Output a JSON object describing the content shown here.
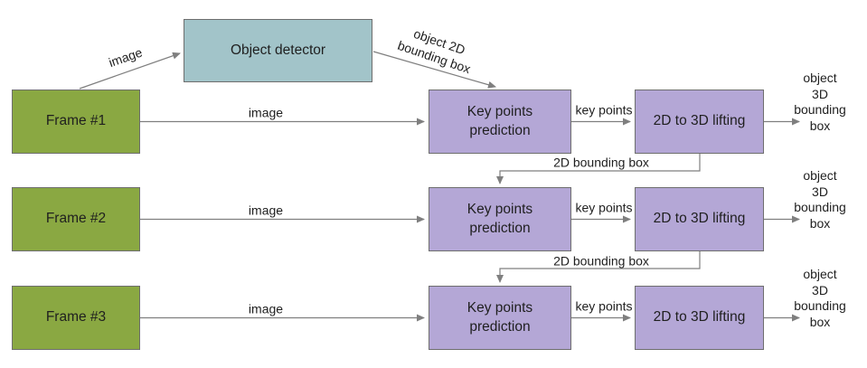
{
  "colors": {
    "frame_fill": "#8aa842",
    "detector_fill": "#a2c4c9",
    "module_fill": "#b4a7d6",
    "box_border": "#6e6e6e",
    "arrow_line": "#7f7f7f",
    "text": "#1f1f1f"
  },
  "nodes": {
    "object_detector": "Object detector",
    "keypoints": "Key points\nprediction",
    "lifting": "2D to 3D lifting"
  },
  "rows": [
    {
      "frame": "Frame #1"
    },
    {
      "frame": "Frame #2"
    },
    {
      "frame": "Frame #3"
    }
  ],
  "edge_labels": {
    "image": "image",
    "object_2d_bbox": "object 2D\nbounding box",
    "key_points": "key points",
    "bbox_2d": "2D bounding box",
    "object_3d_bbox": "object 3D\nbounding box"
  }
}
